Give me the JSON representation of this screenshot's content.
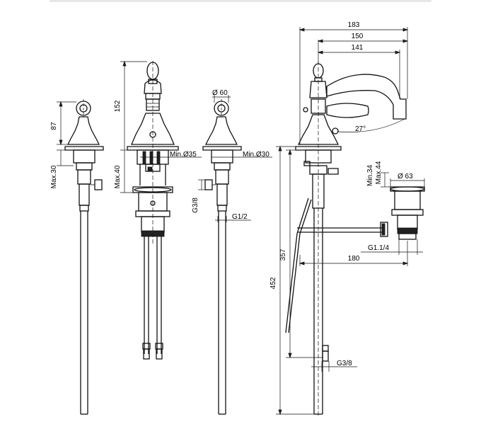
{
  "dimensions": {
    "height_87": "87",
    "max_30": "Max.30",
    "height_152": "152",
    "max_40": "Max.40",
    "min_d35": "Min.Ø35",
    "dia_60": "Ø 60",
    "min_d30": "Min.Ø30",
    "g38_left": "G3/8",
    "g12": "G1/2",
    "w183": "183",
    "w150": "150",
    "w141": "141",
    "angle27": "27°",
    "min34": "Min.34",
    "max44": "Max.44",
    "dia63": "Ø 63",
    "g114": "G1.1/4",
    "w180": "180",
    "h357": "357",
    "h452": "452",
    "g38_bottom": "G3/8"
  }
}
